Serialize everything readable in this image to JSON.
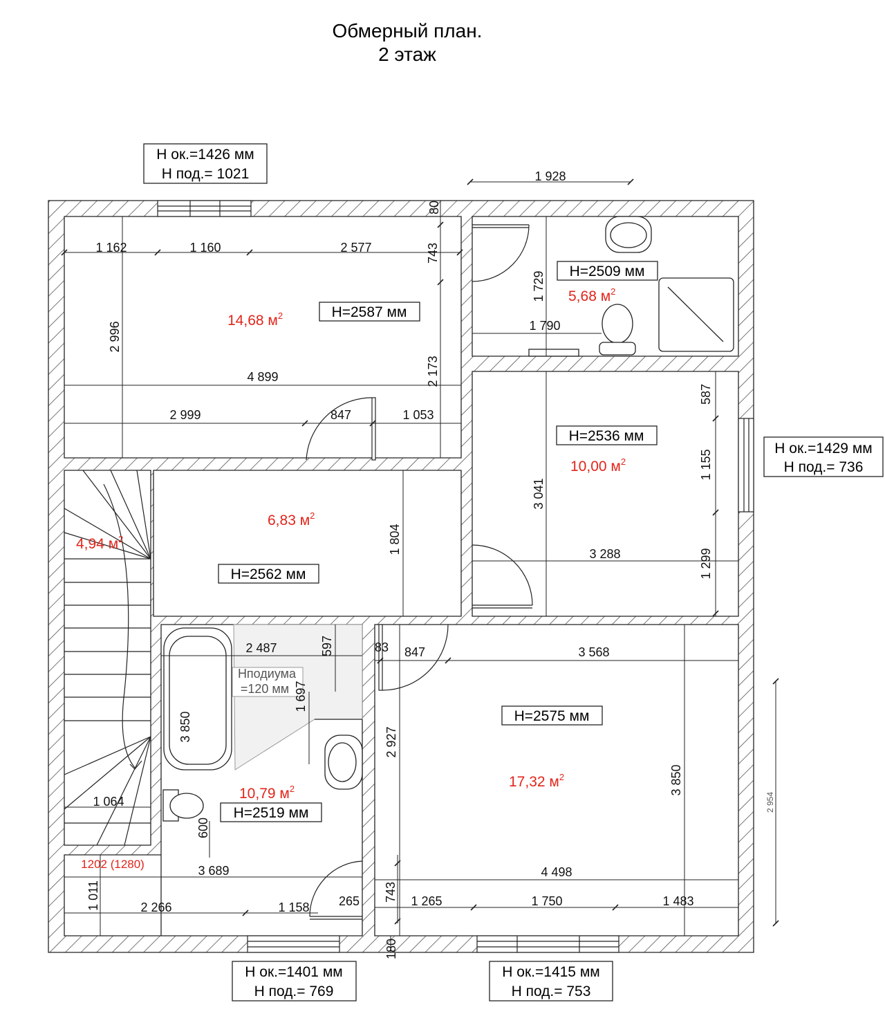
{
  "title": {
    "line1": "Обмерный план.",
    "line2": "2 этаж"
  },
  "colors": {
    "wall_hatch": "#555555",
    "area_label": "#e1251b",
    "lines": "#000000"
  },
  "windows": {
    "top_left": {
      "h_ok": "Н ок.=1426 мм",
      "h_pod": "Н под.= 1021"
    },
    "right": {
      "h_ok": "Н ок.=1429 мм",
      "h_pod": "Н под.= 736"
    },
    "bottom_left": {
      "h_ok": "Н ок.=1401 мм",
      "h_pod": "Н под.= 769"
    },
    "bottom_right": {
      "h_ok": "Н ок.=1415 мм",
      "h_pod": "Н под.= 753"
    }
  },
  "rooms": {
    "r1": {
      "area": "14,68 м",
      "height": "H=2587 мм"
    },
    "r2": {
      "area": "5,68 м",
      "height": "H=2509 мм"
    },
    "r3": {
      "area": "10,00 м",
      "height": "H=2536 мм"
    },
    "r4": {
      "area": "6,83 м",
      "height": "H=2562 мм"
    },
    "r5": {
      "area": "4,94 м"
    },
    "r6": {
      "area": "10,79 м",
      "height": "H=2519 мм"
    },
    "r7": {
      "area": "17,32 м",
      "height": "H=2575 мм"
    }
  },
  "area_unit_sup": "2",
  "notes": {
    "podium_line1": "Нподиума",
    "podium_line2": "=120 мм",
    "stair_note": "1202 (1280)"
  },
  "dimensions": {
    "d_1928": "1 928",
    "d_80": "80",
    "d_1162": "1 162",
    "d_1160": "1 160",
    "d_2577": "2 577",
    "d_743_top": "743",
    "d_2996": "2 996",
    "d_4899": "4 899",
    "d_2173": "2 173",
    "d_2999": "2 999",
    "d_847_top": "847",
    "d_1053": "1 053",
    "d_1729": "1 729",
    "d_1790": "1 790",
    "d_587": "587",
    "d_1155": "1 155",
    "d_3041": "3 041",
    "d_3288": "3 288",
    "d_1299": "1 299",
    "d_1804": "1 804",
    "d_2487": "2 487",
    "d_597": "597",
    "d_83": "83",
    "d_847_mid": "847",
    "d_3568": "3 568",
    "d_1697": "1 697",
    "d_3850_left": "3 850",
    "d_2927": "2 927",
    "d_3850_right": "3 850",
    "d_2954": "2 954",
    "d_1064": "1 064",
    "d_600": "600",
    "d_3689": "3 689",
    "d_4498": "4 498",
    "d_1011": "1 011",
    "d_2266": "2 266",
    "d_1158": "1 158",
    "d_265": "265",
    "d_743_bot": "743",
    "d_1265": "1 265",
    "d_1750": "1 750",
    "d_1483": "1 483",
    "d_180": "180"
  }
}
